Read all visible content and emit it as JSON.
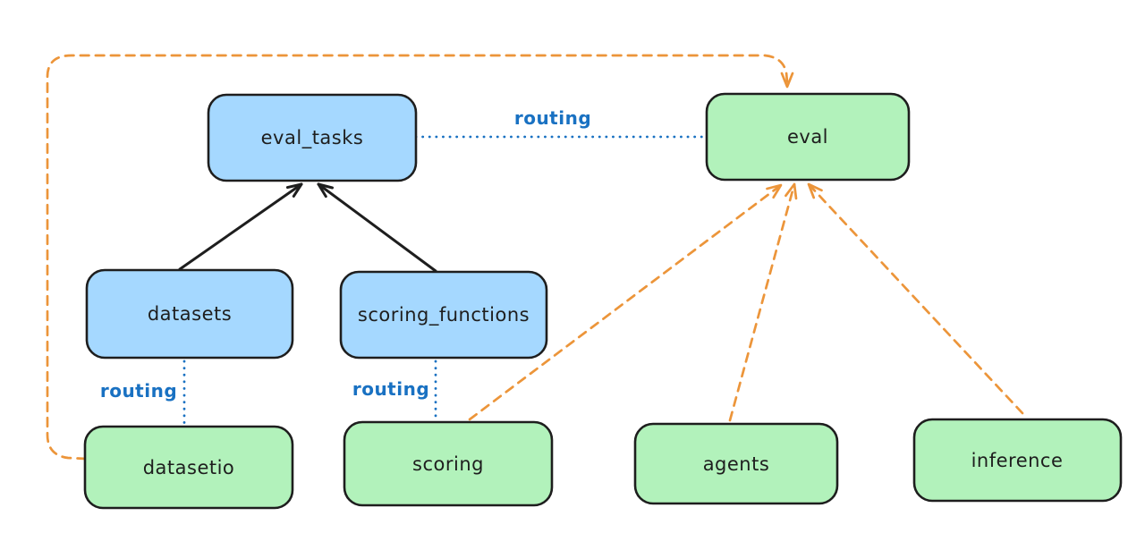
{
  "diagram": {
    "type": "architecture-graph",
    "background": "#ffffff",
    "colors": {
      "node_stroke": "#1e1e1e",
      "blue_fill": "#a5d8ff",
      "green_fill": "#b2f2bb",
      "routing_color": "#1971c2",
      "provider_arrow_color": "#ec953a",
      "solid_arrow_color": "#1e1e1e"
    },
    "nodes": [
      {
        "id": "eval_tasks",
        "label": "eval_tasks",
        "fill": "blue"
      },
      {
        "id": "eval",
        "label": "eval",
        "fill": "green"
      },
      {
        "id": "datasets",
        "label": "datasets",
        "fill": "blue"
      },
      {
        "id": "scoring_functions",
        "label": "scoring_functions",
        "fill": "blue"
      },
      {
        "id": "datasetio",
        "label": "datasetio",
        "fill": "green"
      },
      {
        "id": "scoring",
        "label": "scoring",
        "fill": "green"
      },
      {
        "id": "agents",
        "label": "agents",
        "fill": "green"
      },
      {
        "id": "inference",
        "label": "inference",
        "fill": "green"
      }
    ],
    "edges": [
      {
        "from": "datasets",
        "to": "eval_tasks",
        "style": "solid-arrow",
        "color": "black",
        "label": ""
      },
      {
        "from": "scoring_functions",
        "to": "eval_tasks",
        "style": "solid-arrow",
        "color": "black",
        "label": ""
      },
      {
        "from": "eval_tasks",
        "to": "eval",
        "style": "dotted",
        "color": "blue",
        "label": "routing"
      },
      {
        "from": "datasets",
        "to": "datasetio",
        "style": "dotted",
        "color": "blue",
        "label": "routing"
      },
      {
        "from": "scoring_functions",
        "to": "scoring",
        "style": "dotted",
        "color": "blue",
        "label": "routing"
      },
      {
        "from": "datasetio",
        "to": "eval",
        "style": "dashed-arrow",
        "color": "orange",
        "label": ""
      },
      {
        "from": "scoring",
        "to": "eval",
        "style": "dashed-arrow",
        "color": "orange",
        "label": ""
      },
      {
        "from": "agents",
        "to": "eval",
        "style": "dashed-arrow",
        "color": "orange",
        "label": ""
      },
      {
        "from": "inference",
        "to": "eval",
        "style": "dashed-arrow",
        "color": "orange",
        "label": ""
      }
    ]
  }
}
